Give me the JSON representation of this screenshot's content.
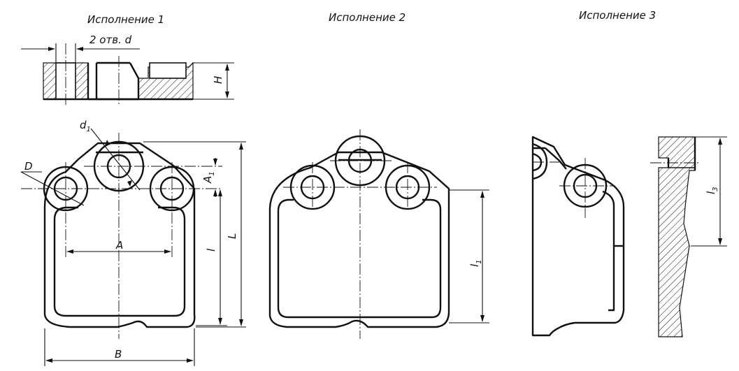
{
  "variants": {
    "v1_title": "Исполнение 1",
    "v2_title": "Исполнение 2",
    "v3_title": "Исполнение 3"
  },
  "dimensions": {
    "holes_note": "2 отв. d",
    "H": "H",
    "d1": "d",
    "d1_sub": "1",
    "D": "D",
    "A1": "A",
    "A1_sub": "1",
    "A": "A",
    "l": "l",
    "L": "L",
    "B": "B",
    "l1": "l",
    "l1_sub": "1",
    "l3": "l",
    "l3_sub": "3"
  }
}
